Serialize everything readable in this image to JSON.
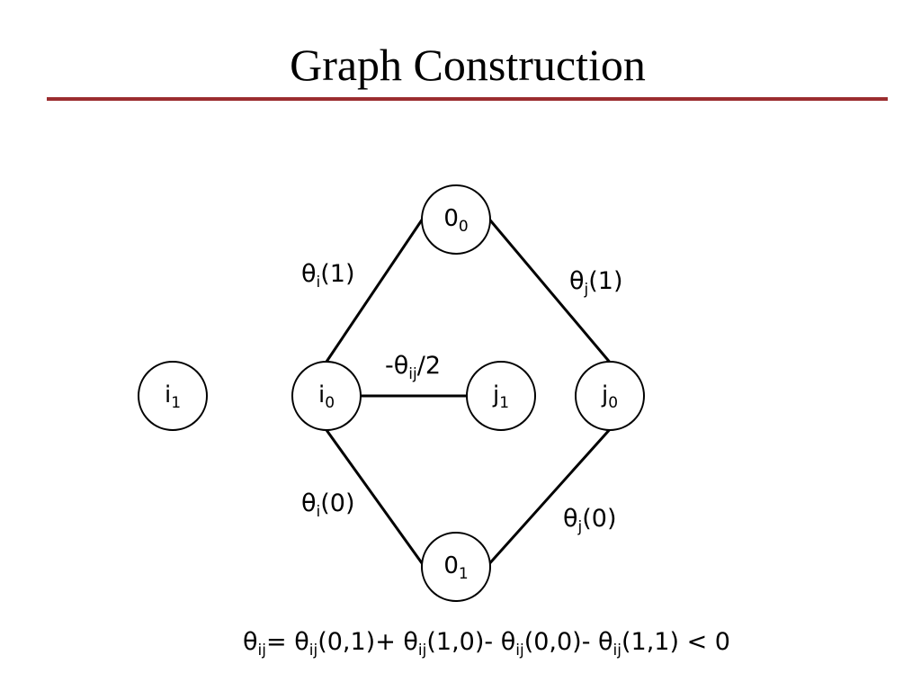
{
  "title": "Graph Construction",
  "nodes": {
    "n00": {
      "main": "0",
      "sub": "0"
    },
    "i1": {
      "main": "i",
      "sub": "1"
    },
    "i0": {
      "main": "i",
      "sub": "0"
    },
    "j1": {
      "main": "j",
      "sub": "1"
    },
    "j0": {
      "main": "j",
      "sub": "0"
    },
    "n01": {
      "main": "0",
      "sub": "1"
    }
  },
  "edges": {
    "theta_i_1": {
      "pre": "θ",
      "sub": "i",
      "post": "(1)"
    },
    "theta_j_1": {
      "pre": "θ",
      "sub": "j",
      "post": "(1)"
    },
    "theta_ij_half": {
      "pre": "-θ",
      "sub": "ij",
      "post": "/2"
    },
    "theta_i_0": {
      "pre": "θ",
      "sub": "i",
      "post": "(0)"
    },
    "theta_j_0": {
      "pre": "θ",
      "sub": "j",
      "post": "(0)"
    }
  },
  "formula": {
    "t1": "θ",
    "s1": "ij",
    "t2": "= θ",
    "s2": "ij",
    "t3": "(0,1)+ θ",
    "s3": "ij",
    "t4": "(1,0)- θ",
    "s4": "ij",
    "t5": "(0,0)- θ",
    "s5": "ij",
    "t6": "(1,1) < 0"
  }
}
